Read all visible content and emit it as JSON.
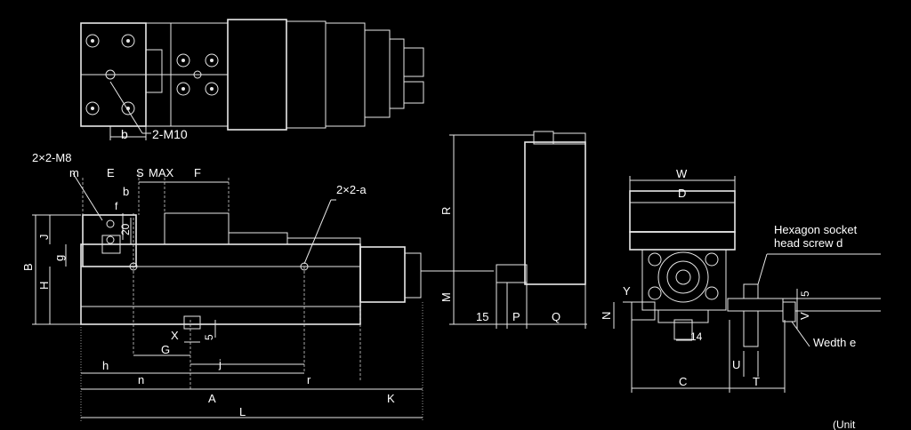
{
  "top_view": {
    "label_b": "b",
    "label_thread": "2-M10"
  },
  "front_view": {
    "thread_left": "2×2-M8",
    "m": "m",
    "E": "E",
    "S": "S",
    "MAX": "MAX",
    "F": "F",
    "b": "b",
    "f": "f",
    "dim20": "20",
    "J": "J",
    "B": "B",
    "g": "g",
    "H": "H",
    "X": "X",
    "dim5": "5",
    "G": "G",
    "j": "j",
    "h": "h",
    "n": "n",
    "r": "r",
    "A": "A",
    "K": "K",
    "L": "L",
    "thread_right": "2×2-a"
  },
  "handle_view": {
    "R": "R",
    "M": "M",
    "dim15": "15",
    "P": "P",
    "Q": "Q"
  },
  "side_view": {
    "W": "W",
    "D": "D",
    "screw_line1": "Hexagon socket",
    "screw_line2": "head screw d",
    "Y": "Y",
    "N": "N",
    "dim14": "14",
    "dim5": "5",
    "V": "V",
    "wedth": "Wedth e",
    "U": "U",
    "C": "C",
    "T": "T"
  },
  "corner_unit": "(Unit"
}
